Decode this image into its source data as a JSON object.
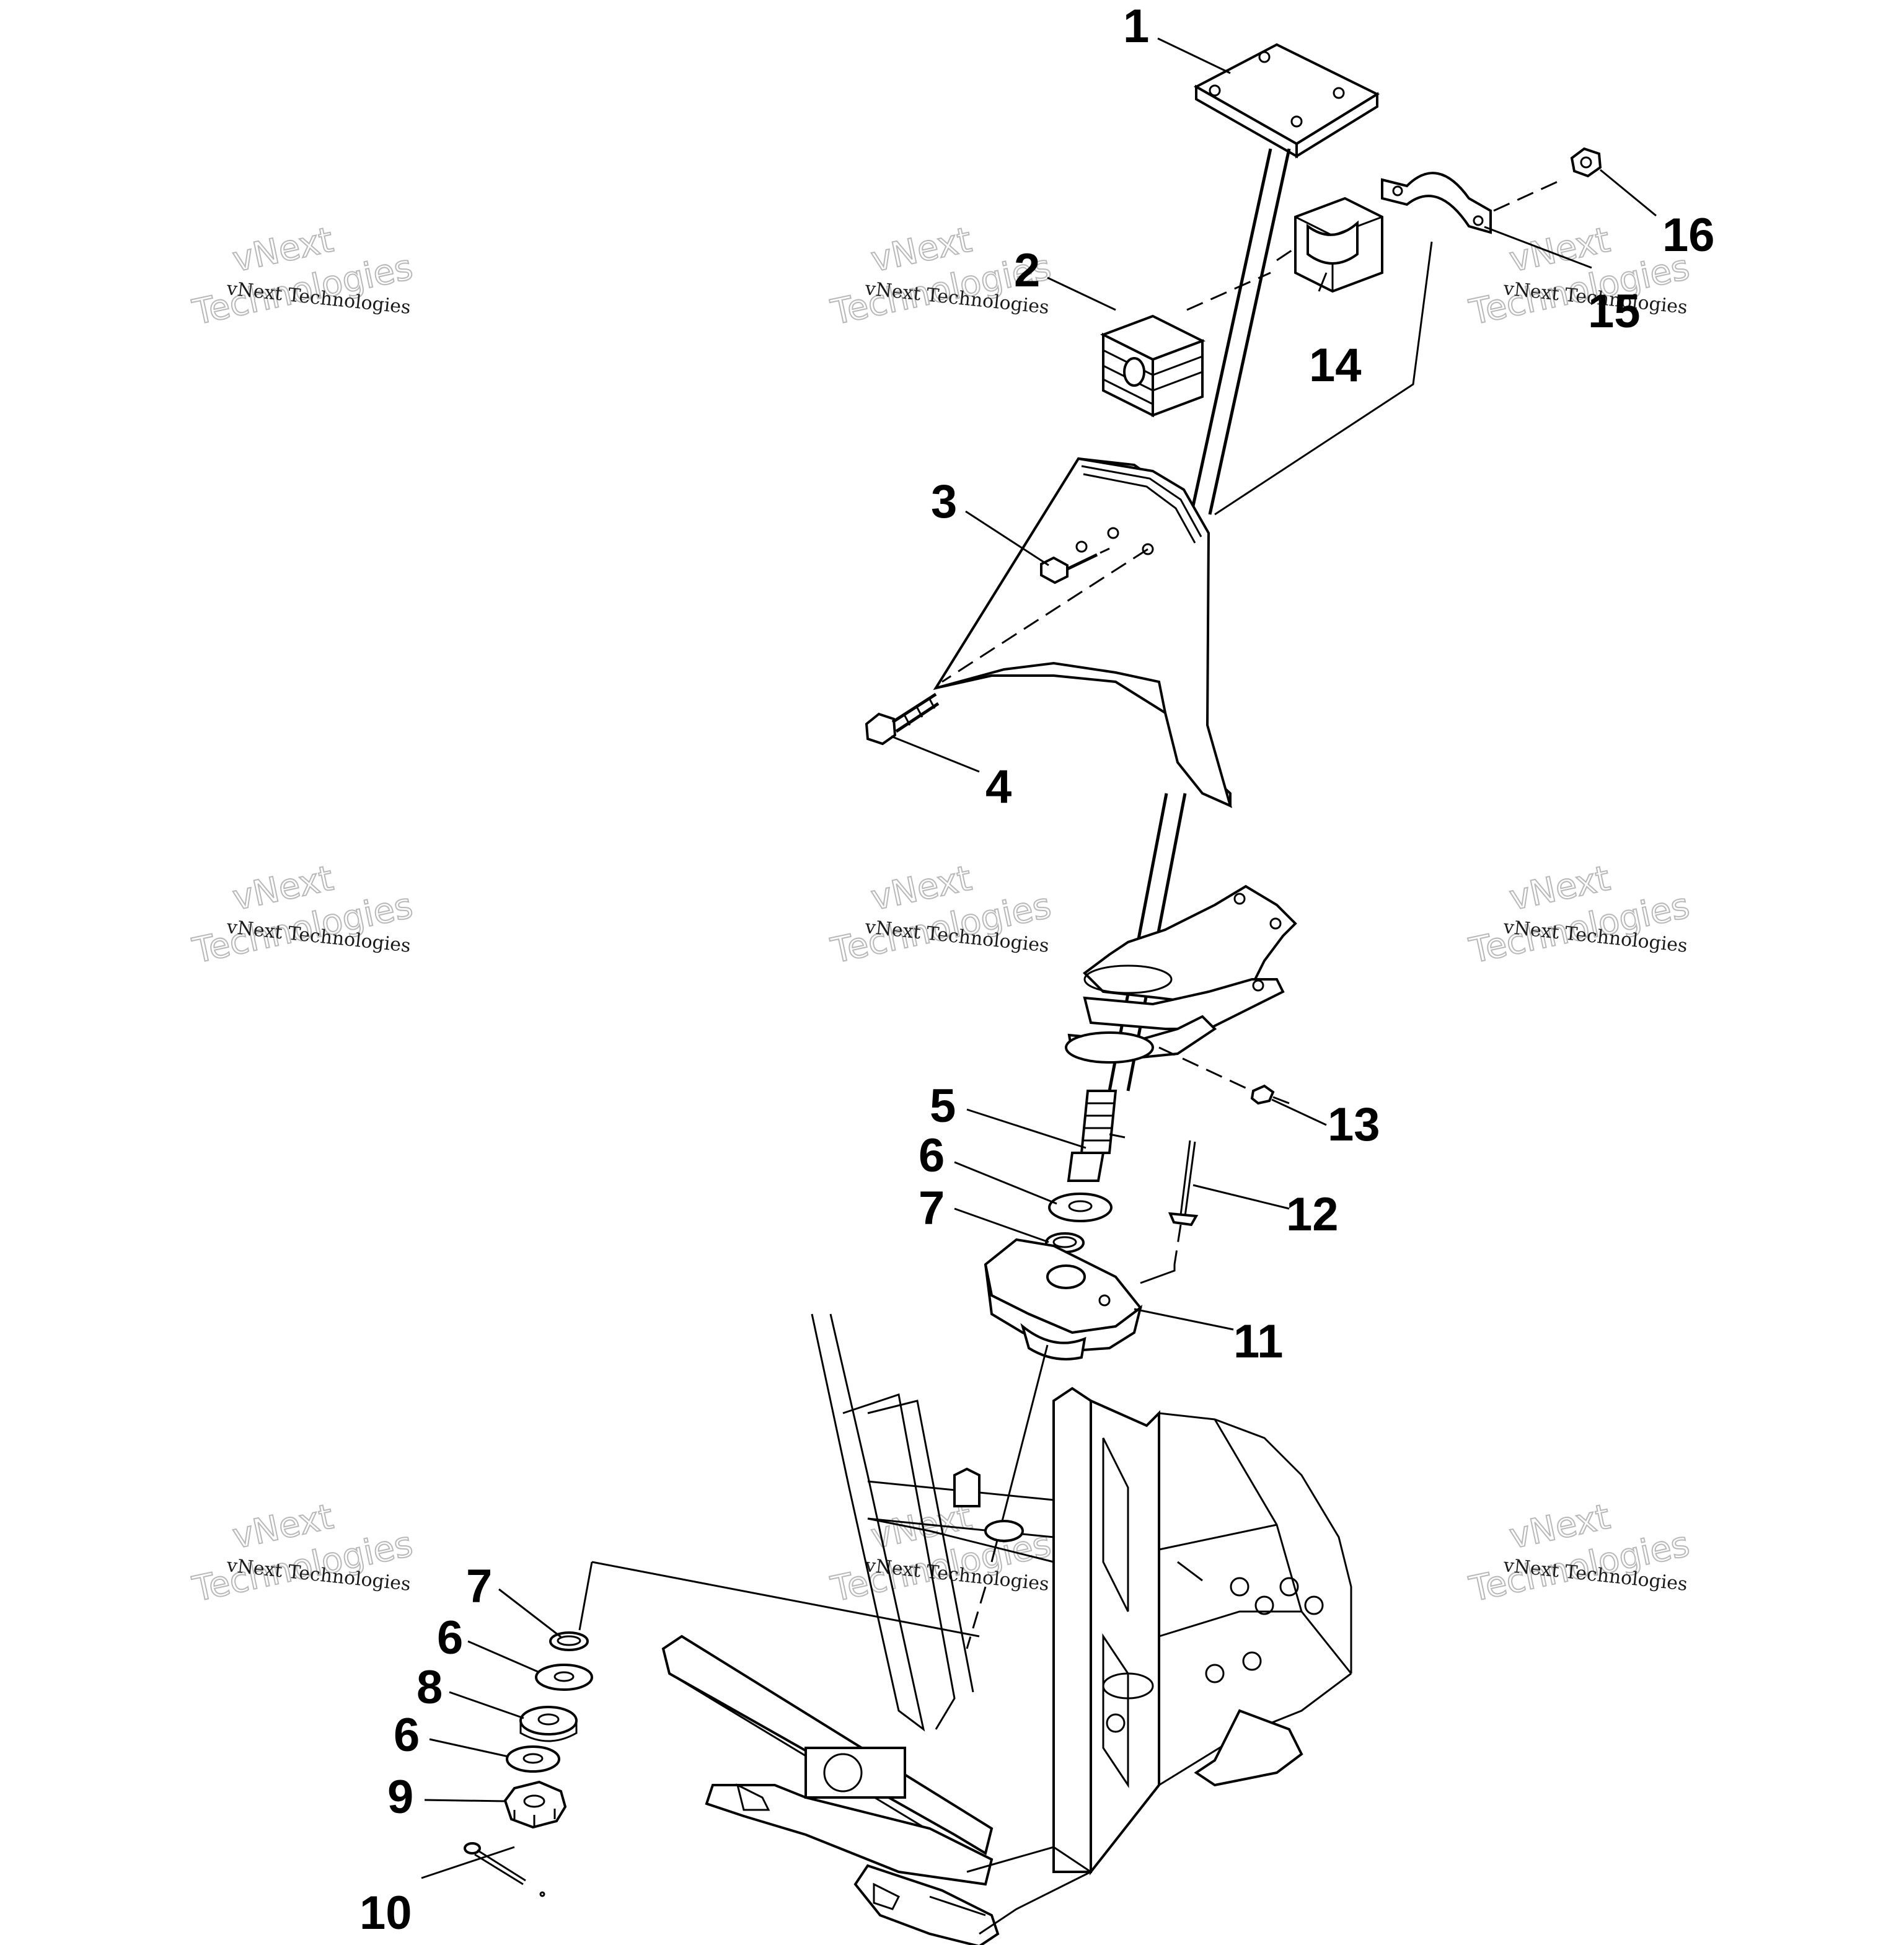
{
  "diagram": {
    "labels": [
      {
        "id": "label-1",
        "text": "1"
      },
      {
        "id": "label-2",
        "text": "2"
      },
      {
        "id": "label-3",
        "text": "3"
      },
      {
        "id": "label-4",
        "text": "4"
      },
      {
        "id": "label-5",
        "text": "5"
      },
      {
        "id": "label-6a",
        "text": "6"
      },
      {
        "id": "label-7a",
        "text": "7"
      },
      {
        "id": "label-11",
        "text": "11"
      },
      {
        "id": "label-12",
        "text": "12"
      },
      {
        "id": "label-13",
        "text": "13"
      },
      {
        "id": "label-14",
        "text": "14"
      },
      {
        "id": "label-15",
        "text": "15"
      },
      {
        "id": "label-16",
        "text": "16"
      },
      {
        "id": "label-7b",
        "text": "7"
      },
      {
        "id": "label-6b",
        "text": "6"
      },
      {
        "id": "label-8",
        "text": "8"
      },
      {
        "id": "label-6c",
        "text": "6"
      },
      {
        "id": "label-9",
        "text": "9"
      },
      {
        "id": "label-10",
        "text": "10"
      }
    ],
    "watermark": {
      "line1": "vNext Technologies",
      "line2a": "vNext",
      "line2b": "Technologies"
    }
  }
}
